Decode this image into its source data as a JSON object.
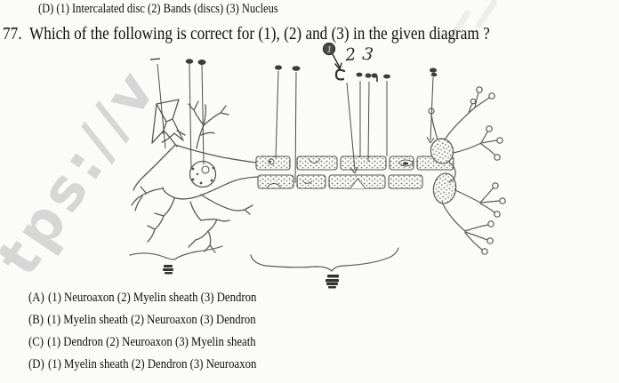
{
  "document": {
    "previous_option_line": "(D) (1) Intercalated disc (2) Bands (discs) (3) Nucleus",
    "question": {
      "number": "77.",
      "text": "Which of the following is correct for (1), (2) and (3) in the given diagram ?"
    },
    "options": [
      {
        "label": "(A)",
        "text": "(1) Neuroaxon (2) Myelin sheath (3) Dendron"
      },
      {
        "label": "(B)",
        "text": "(1) Myelin sheath (2) Neuroaxon (3) Dendron"
      },
      {
        "label": "(C)",
        "text": "(1) Dendron (2) Neuroaxon (3) Myelin sheath"
      },
      {
        "label": "(D)",
        "text": "(1) Myelin sheath (2) Dendron (3) Neuroaxon"
      }
    ]
  },
  "diagram": {
    "kind": "hand-drawn neuron sketch",
    "annotations": {
      "num1": "1",
      "num2": "2",
      "num3": "3"
    }
  },
  "watermark": {
    "text": "tps://v"
  },
  "colors": {
    "paper": "#fbfbf9",
    "ink": "#5a5a5a",
    "text": "#0f0f0f",
    "watermark": "#d6d6d6"
  }
}
